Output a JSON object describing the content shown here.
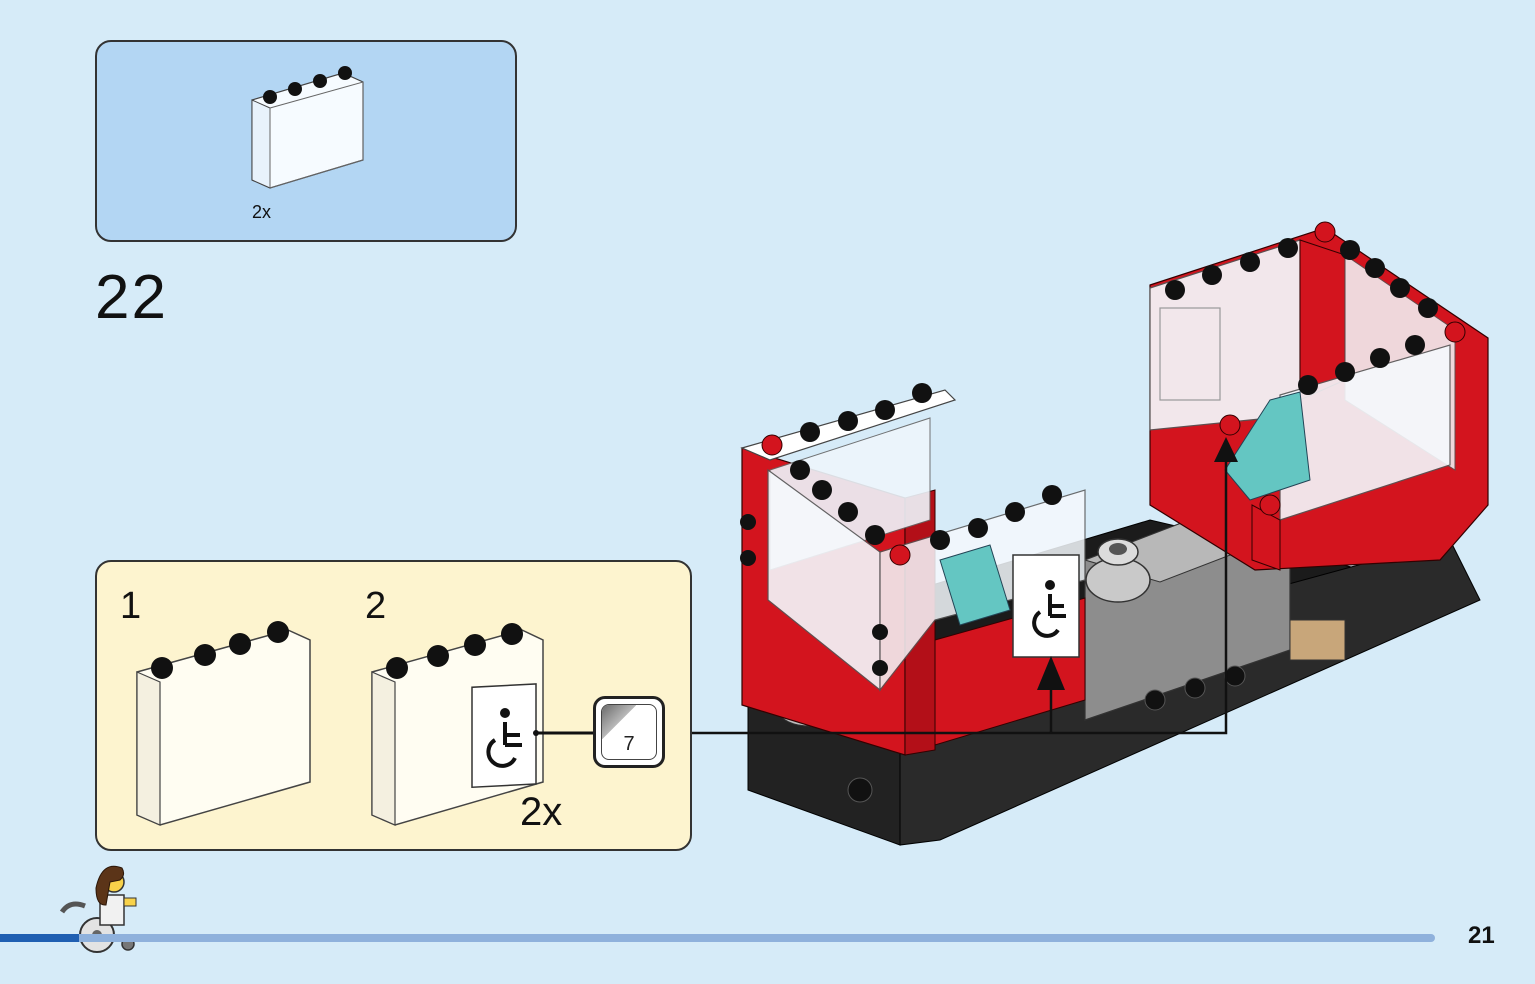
{
  "parts_list": {
    "quantity_label": "2x"
  },
  "step": {
    "number": "22"
  },
  "sub_steps": {
    "step1_label": "1",
    "step2_label": "2",
    "quantity_label": "2x",
    "sticker_number": "7"
  },
  "progress": {
    "fraction": 0.055
  },
  "page_number": "21",
  "colors": {
    "page_background": "#d6ebf8",
    "parts_box": "#b3d6f3",
    "sub_box": "#fdf4cf",
    "brick_red": "#d3141e",
    "brick_black": "#1b1b1b",
    "progress_fill": "#1f5fb2"
  }
}
